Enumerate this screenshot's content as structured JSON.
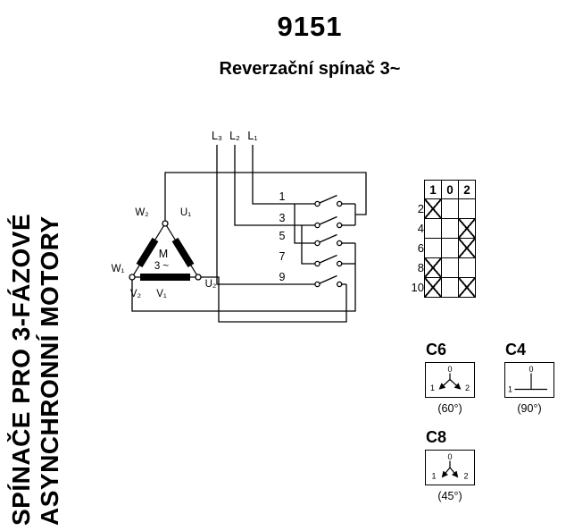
{
  "header": {
    "title": "9151",
    "subtitle": "Reverzační spínač 3~"
  },
  "sidebar": {
    "line1": "SPÍNAČE PRO 3-FÁZOVÉ",
    "line2": "ASYNCHRONNÍ MOTORY"
  },
  "schematic": {
    "l3": "L₃",
    "l2": "L₂",
    "l1": "L₁",
    "contacts": [
      "1",
      "3",
      "5",
      "7",
      "9"
    ],
    "motor": {
      "m": "M",
      "phase": "3 ~",
      "w2": "W₂",
      "u1": "U₁",
      "w1": "W₁",
      "v2": "V₂",
      "v1": "V₁",
      "u2": "U₂"
    }
  },
  "contact_table": {
    "columns": [
      "1",
      "0",
      "2"
    ],
    "rows": [
      {
        "label": "2",
        "cells": [
          "X",
          "",
          ""
        ]
      },
      {
        "label": "4",
        "cells": [
          "",
          "",
          "X"
        ]
      },
      {
        "label": "6",
        "cells": [
          "",
          "",
          "X"
        ]
      },
      {
        "label": "8",
        "cells": [
          "X",
          "",
          ""
        ]
      },
      {
        "label": "10",
        "cells": [
          "X",
          "",
          "X"
        ]
      }
    ]
  },
  "variants": [
    {
      "code": "C6",
      "angle": "(60°)",
      "positions": {
        "zero": "0",
        "one": "1",
        "two": "2"
      }
    },
    {
      "code": "C4",
      "angle": "(90°)",
      "positions": {
        "zero": "0",
        "one": "1"
      }
    },
    {
      "code": "C8",
      "angle": "(45°)",
      "positions": {
        "zero": "0",
        "one": "1",
        "two": "2"
      }
    }
  ]
}
